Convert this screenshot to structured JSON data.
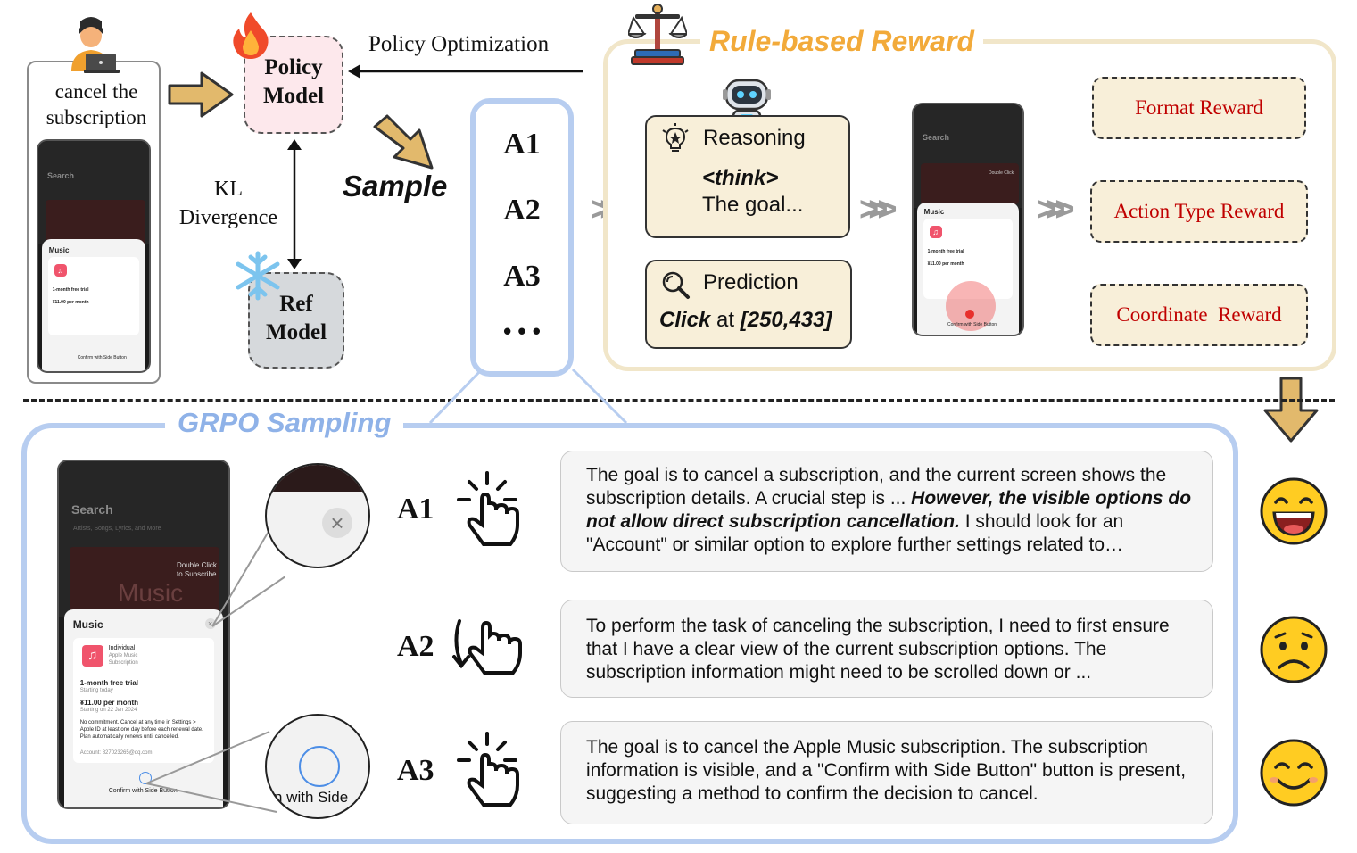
{
  "task": {
    "instruction": "cancel the subscription"
  },
  "policy_model": {
    "label": "Policy Model"
  },
  "ref_model": {
    "label": "Ref Model"
  },
  "kl": {
    "label": "KL Divergence"
  },
  "sample": {
    "label": "Sample"
  },
  "policy_optimization": {
    "label": "Policy Optimization"
  },
  "actions": {
    "items": [
      "A1",
      "A2",
      "A3"
    ],
    "more": "• • •"
  },
  "reward": {
    "title": "Rule-based Reward",
    "reasoning_title": "Reasoning",
    "reasoning_tag": "<think>",
    "reasoning_text": "The goal...",
    "prediction_title": "Prediction",
    "prediction_action": "Click",
    "prediction_at": " at ",
    "prediction_coords": "[250,433]",
    "boxes": [
      "Format Reward",
      "Action Type Reward",
      "Coordinate  Reward"
    ]
  },
  "grpo": {
    "title": "GRPO Sampling",
    "responses": [
      {
        "label": "A1",
        "text_1": "The goal is to cancel a subscription, and the current screen shows the subscription details.  A crucial step is ... ",
        "text_bold": "However, the visible options do not allow direct subscription cancellation.",
        "text_2": " I should look for an \"Account\" or similar option to explore further settings related to…",
        "emoji": "very-happy-face-icon"
      },
      {
        "label": "A2",
        "text_1": "To perform the task of canceling the subscription, I need to first ensure that I have a clear view of the current subscription options. The subscription information might need to be scrolled down or ...",
        "emoji": "sad-face-icon"
      },
      {
        "label": "A3",
        "text_1": "The goal is to cancel the Apple Music subscription. The subscription information is visible, and a \"Confirm with Side Button\"  button is present, suggesting a method to confirm the decision to cancel.",
        "emoji": "smiling-face-icon"
      }
    ],
    "zoom_text": "n with Side"
  },
  "phone_screen": {
    "search": "Search",
    "search_placeholder": "Artists, Songs, Lyrics, and More",
    "banner_line1": "Double Click",
    "banner_line2": "to Subscribe",
    "banner_brand": "Music",
    "sheet_brand": "Music",
    "plan_name": "Individual",
    "plan_sub1": "Apple Music",
    "plan_sub2": "Subscription",
    "trial": "1-month free trial",
    "trial_sub": "Starting today",
    "price": "¥11.00 per month",
    "price_sub": "Starting on 22 Jan 2024",
    "notice_1": "No commitment. Cancel at any time in Settings >",
    "notice_2": "Apple ID at least one day before each renewal date.",
    "notice_3": "Plan automatically renews until cancelled.",
    "account": "Account: 827023265@qq.com",
    "confirm": "Confirm with Side Button"
  },
  "colors": {
    "reward_title": "#f2aa3a",
    "grpo_title": "#8fb2e8",
    "reward_text": "#c00000",
    "beige": "#f8efd9",
    "policy_pink": "#fde8ec",
    "ref_gray": "#d6d9dc",
    "arrow_gold": "#e2b96c"
  }
}
